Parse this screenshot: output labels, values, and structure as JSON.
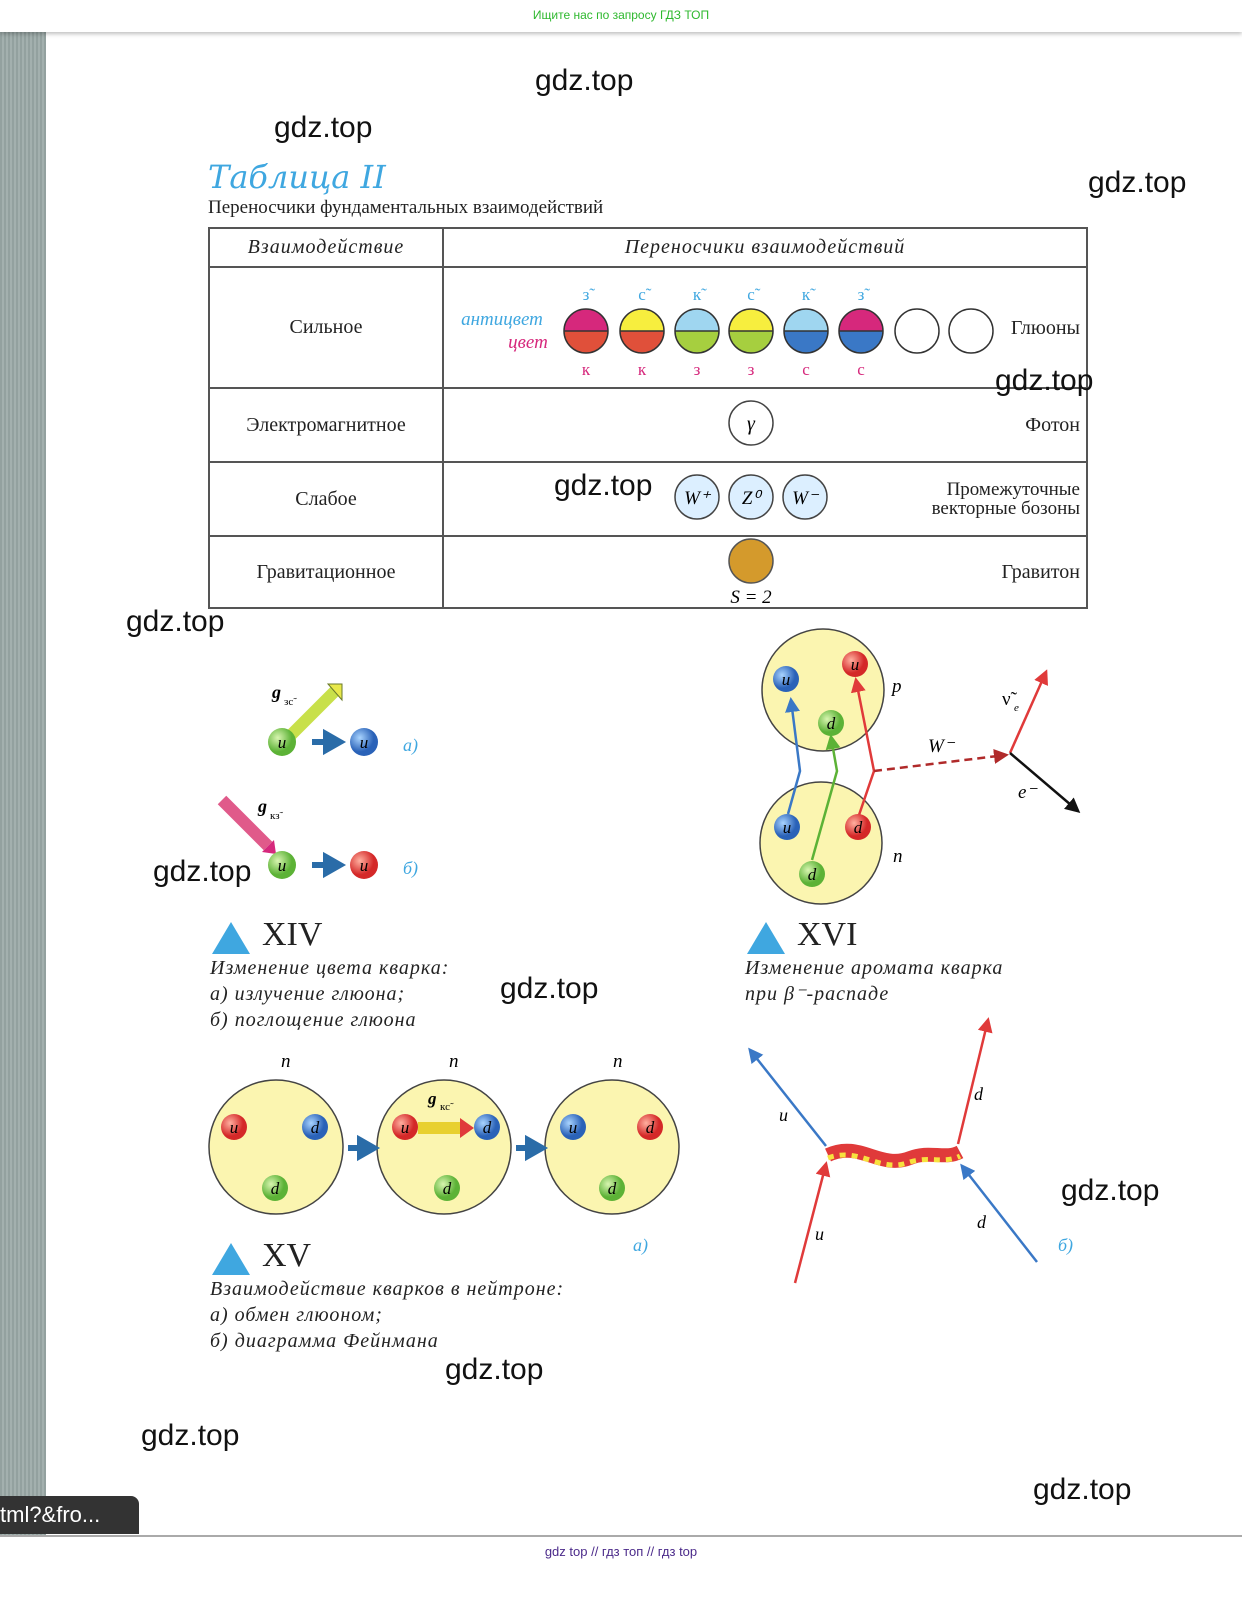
{
  "topbar": {
    "text": "Ищите нас по запросу ГДЗ ТОП"
  },
  "watermark": "gdz.top",
  "title": "Таблица II",
  "subtitle": "Переносчики фундаментальных взаимодействий",
  "table": {
    "headers": [
      "Взаимодействие",
      "Переносчики взаимодействий"
    ],
    "rows": [
      {
        "name": "Сильное",
        "carrier": "Глюоны",
        "anticolor_label": "антицвет",
        "color_label": "цвет",
        "gluons": [
          {
            "anti": "з̃",
            "color": "к",
            "top": "#d6287c",
            "bottom": "#e0503a"
          },
          {
            "anti": "с̃",
            "color": "к",
            "top": "#f7ee3e",
            "bottom": "#e0503a"
          },
          {
            "anti": "к̃",
            "color": "з",
            "top": "#9fd6f0",
            "bottom": "#a6cf3f"
          },
          {
            "anti": "с̃",
            "color": "з",
            "top": "#f7ee3e",
            "bottom": "#a6cf3f"
          },
          {
            "anti": "к̃",
            "color": "с",
            "top": "#9fd6f0",
            "bottom": "#3a78c6"
          },
          {
            "anti": "з̃",
            "color": "с",
            "top": "#d6287c",
            "bottom": "#3a78c6"
          }
        ]
      },
      {
        "name": "Электромагнитное",
        "carrier": "Фотон",
        "symbol": "γ"
      },
      {
        "name": "Слабое",
        "carrier_line1": "Промежуточные",
        "carrier_line2": "векторные бозоны",
        "symbols": [
          "W⁺",
          "Z⁰",
          "W⁻"
        ]
      },
      {
        "name": "Гравитационное",
        "carrier": "Гравитон",
        "spin": "S = 2"
      }
    ]
  },
  "fig14": {
    "num": "XIV",
    "caption": [
      "Изменение цвета кварка:",
      "а) излучение глюона;",
      "б) поглощение глюона"
    ],
    "a": {
      "gluon": "g",
      "sub": "зс̃",
      "quark": "u",
      "label": "а)"
    },
    "b": {
      "gluon": "g",
      "sub": "кз̃",
      "quark": "u",
      "label": "б)"
    }
  },
  "fig15": {
    "num": "XV",
    "caption": [
      "Взаимодействие кварков в нейтроне:",
      "а) обмен глюоном;",
      "б) диаграмма Фейнмана"
    ],
    "nucleon": "n",
    "gluon": "g",
    "sub": "кс̃",
    "label_a": "а)",
    "label_b": "б)",
    "quarks": {
      "u": "u",
      "d": "d"
    }
  },
  "fig16": {
    "num": "XVI",
    "caption": [
      "Изменение аромата кварка",
      "при β⁻-распаде"
    ],
    "p": "p",
    "n": "n",
    "w": "W⁻",
    "nu": "ν̃",
    "nu_sub": "e",
    "e": "e⁻"
  },
  "colors": {
    "accent": "#3fa7e0",
    "red": "#e03a3a",
    "green": "#7cc84a",
    "blue": "#3a78c6",
    "nucleon": "#fbf5b0"
  },
  "url_pill": "tml?&fro...",
  "footer": "gdz top  //  гдз топ  //  гдз top"
}
